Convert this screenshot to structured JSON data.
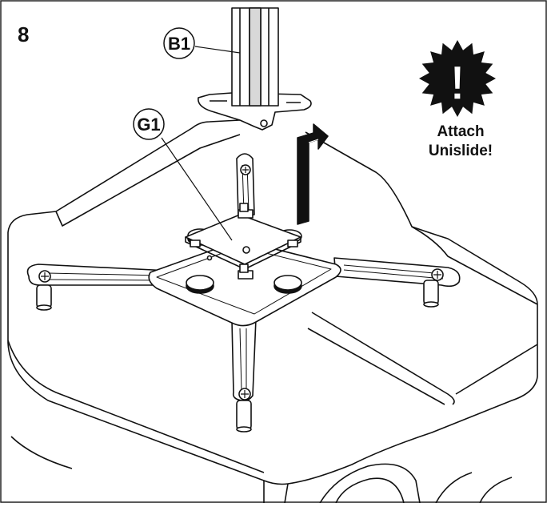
{
  "step_number": "8",
  "callouts": {
    "b1": "B1",
    "g1": "G1"
  },
  "warning": {
    "symbol": "!",
    "line1": "Attach",
    "line2": "Unislide!",
    "icon": "starburst-warning-icon",
    "color": "#111111"
  },
  "direction_arrow": "up-arrow-icon"
}
